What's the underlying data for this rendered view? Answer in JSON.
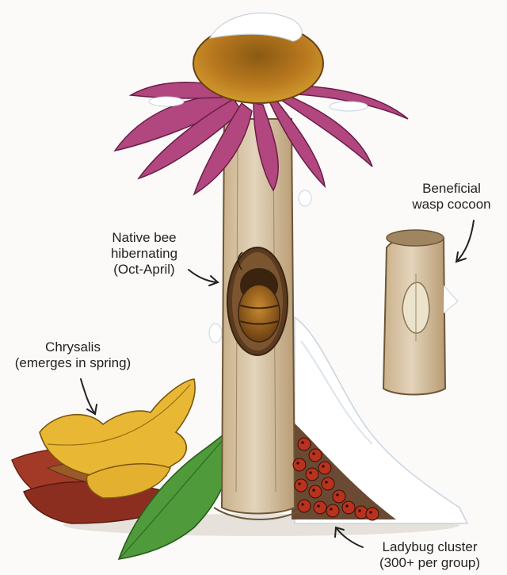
{
  "labels": {
    "bee": [
      "Native bee",
      "hibernating",
      "(Oct-April)"
    ],
    "wasp": [
      "Beneficial",
      "wasp cocoon"
    ],
    "chrysalis": [
      "Chrysalis",
      "(emerges in spring)"
    ],
    "ladybug": [
      "Ladybug cluster",
      "(300+ per group)"
    ]
  },
  "colors": {
    "petal": "#b2467f",
    "cone": "#b8781e",
    "stem": "#d8c6a8",
    "snow": "#ffffff",
    "ladybug": "#b8321e",
    "yellow_leaf": "#e8b834",
    "green_leaf": "#4f9a3a",
    "red_leaf": "#a33a28"
  }
}
